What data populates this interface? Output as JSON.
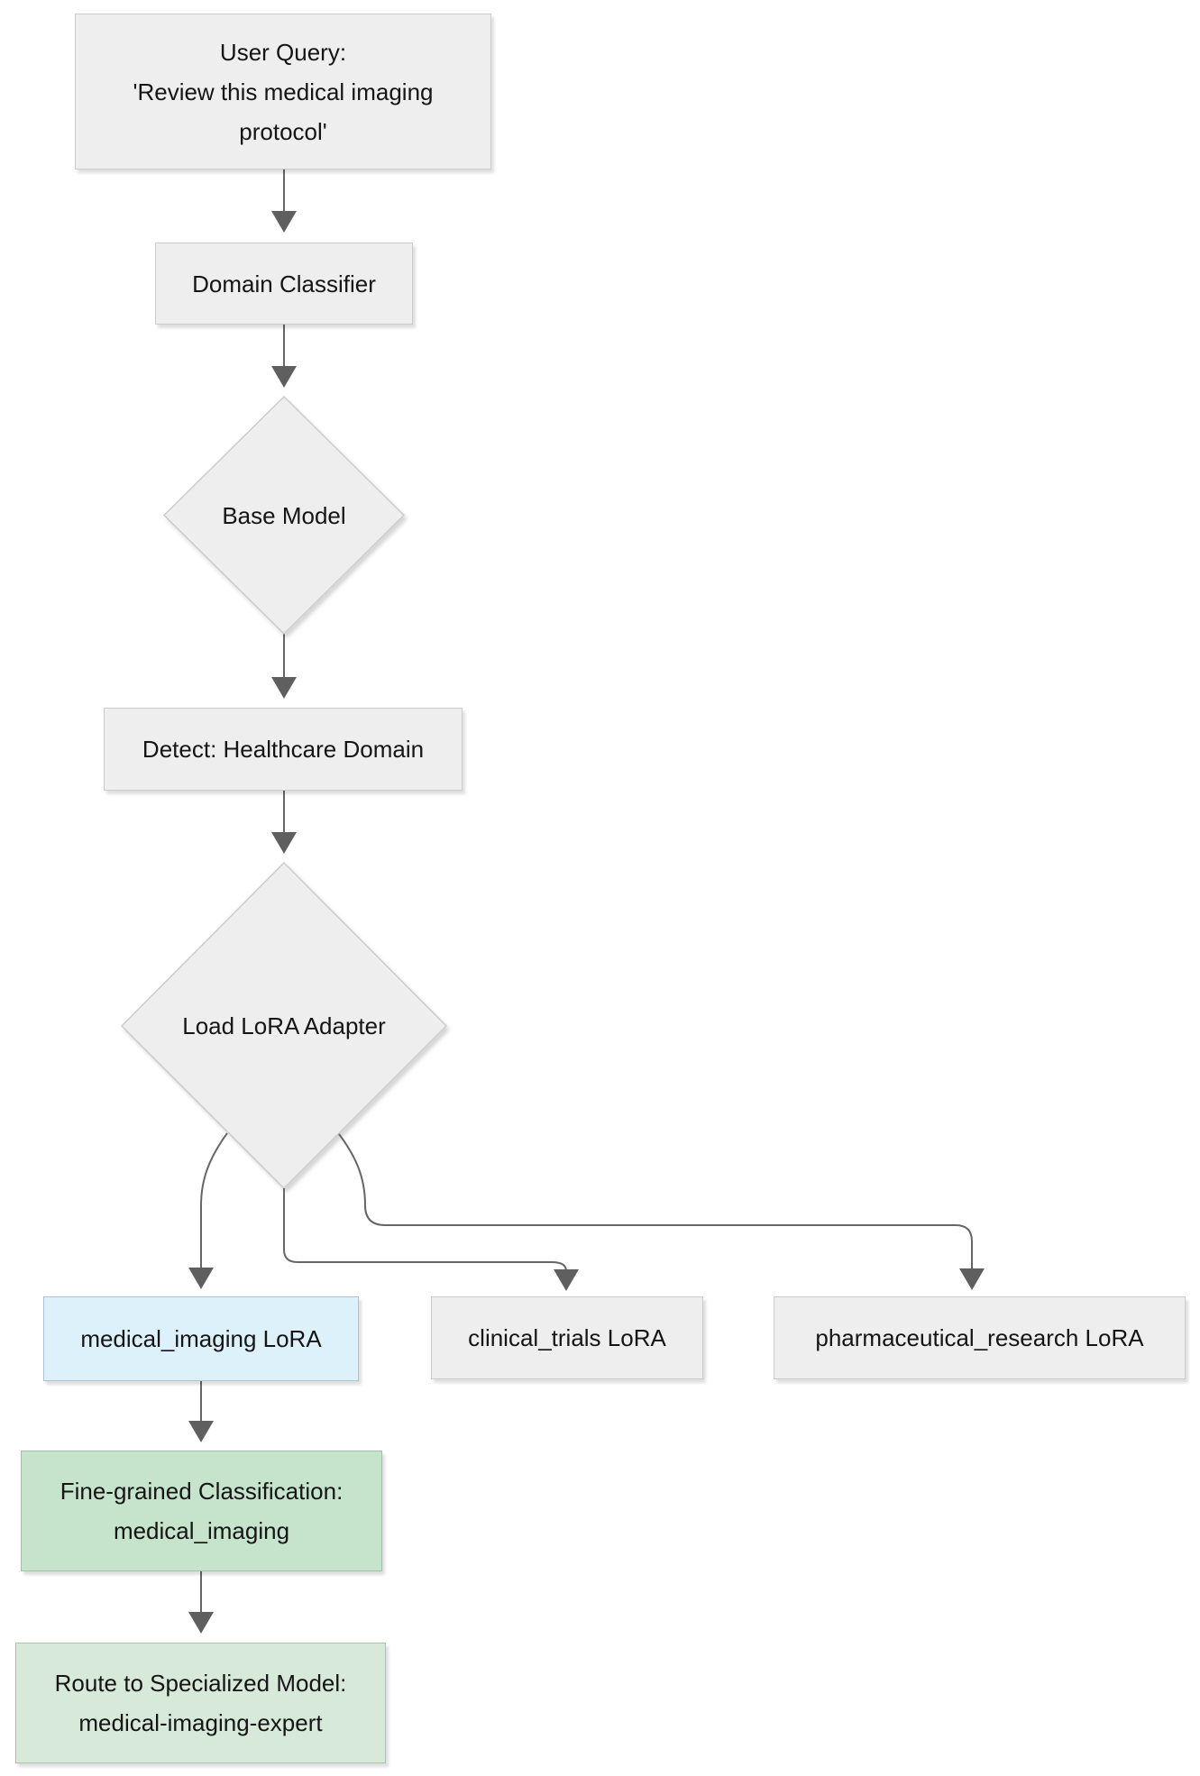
{
  "diagram": {
    "type": "flowchart",
    "direction": "top-down",
    "nodes": {
      "user_query": {
        "shape": "rect",
        "lines": [
          "User Query:",
          "'Review this medical imaging",
          "protocol'"
        ]
      },
      "domain_classifier": {
        "shape": "rect",
        "label": "Domain Classifier"
      },
      "base_model": {
        "shape": "diamond",
        "label": "Base Model"
      },
      "detect_healthcare": {
        "shape": "rect",
        "label": "Detect: Healthcare Domain"
      },
      "load_lora_adapter": {
        "shape": "diamond",
        "label": "Load LoRA Adapter"
      },
      "medical_imaging_lora": {
        "shape": "rect",
        "label": "medical_imaging LoRA",
        "emphasis": "highlighted-blue"
      },
      "clinical_trials_lora": {
        "shape": "rect",
        "label": "clinical_trials LoRA"
      },
      "pharmaceutical_research_lora": {
        "shape": "rect",
        "label": "pharmaceutical_research LoRA"
      },
      "fine_grained_classification": {
        "shape": "rect",
        "lines": [
          "Fine-grained Classification:",
          "medical_imaging"
        ],
        "emphasis": "green"
      },
      "route_to_specialized_model": {
        "shape": "rect",
        "lines": [
          "Route to Specialized Model:",
          "medical-imaging-expert"
        ],
        "emphasis": "light-green"
      }
    },
    "edges": [
      {
        "from": "user_query",
        "to": "domain_classifier"
      },
      {
        "from": "domain_classifier",
        "to": "base_model"
      },
      {
        "from": "base_model",
        "to": "detect_healthcare"
      },
      {
        "from": "detect_healthcare",
        "to": "load_lora_adapter"
      },
      {
        "from": "load_lora_adapter",
        "to": "medical_imaging_lora"
      },
      {
        "from": "load_lora_adapter",
        "to": "clinical_trials_lora"
      },
      {
        "from": "load_lora_adapter",
        "to": "pharmaceutical_research_lora"
      },
      {
        "from": "medical_imaging_lora",
        "to": "fine_grained_classification"
      },
      {
        "from": "fine_grained_classification",
        "to": "route_to_specialized_model"
      }
    ],
    "colors": {
      "background": "#ffffff",
      "node_fill": "#eeeeee",
      "node_border": "#cccccc",
      "highlight_fill": "#ddf1fb",
      "highlight_border": "#a6c6d5",
      "result_fill": "#c6e3cc",
      "result_border": "#a2bfa8",
      "route_fill": "#d7e9d8",
      "route_border": "#aac4ae",
      "edge_stroke": "#666666",
      "arrowhead_fill": "#5f5f5f",
      "text_color": "#151515"
    }
  }
}
